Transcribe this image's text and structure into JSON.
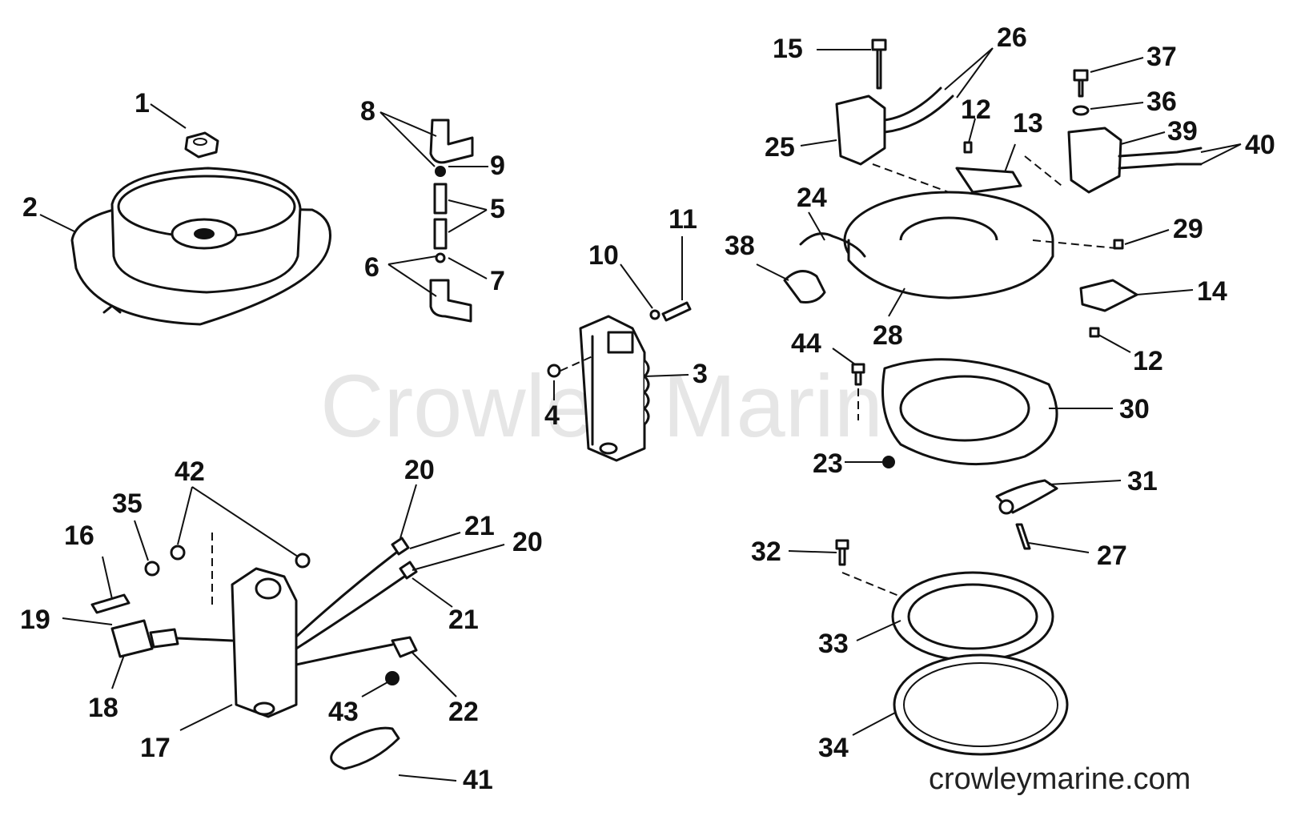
{
  "watermark": "Crowley Marine",
  "website": "crowleymarine.com",
  "colors": {
    "line": "#111111",
    "background": "#ffffff",
    "watermark": "#e6e6e6"
  },
  "callouts": [
    "1",
    "2",
    "3",
    "4",
    "5",
    "6",
    "7",
    "8",
    "9",
    "10",
    "11",
    "12",
    "12",
    "13",
    "14",
    "15",
    "16",
    "17",
    "18",
    "19",
    "20",
    "20",
    "21",
    "21",
    "22",
    "23",
    "24",
    "25",
    "26",
    "27",
    "28",
    "29",
    "30",
    "31",
    "32",
    "33",
    "34",
    "35",
    "36",
    "37",
    "38",
    "39",
    "40",
    "41",
    "42",
    "43",
    "44"
  ]
}
